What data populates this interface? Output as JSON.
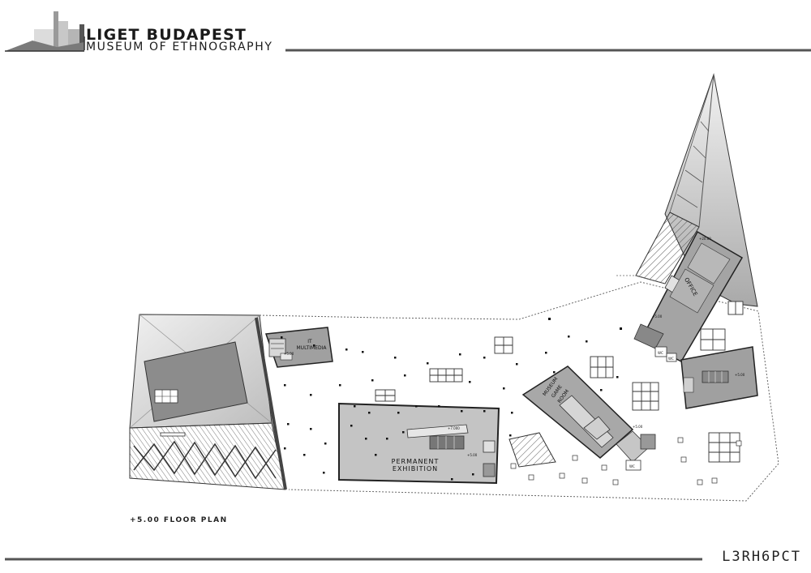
{
  "header": {
    "title": "LIGET BUDAPEST",
    "subtitle": "MUSEUM OF ETHNOGRAPHY"
  },
  "plan": {
    "floor_label": "+5.00 FLOOR PLAN",
    "drawing_code": "L3RH6PCT",
    "rooms": {
      "it_line1": "IT",
      "it_line2": "MULTIMEDIA",
      "perm_line1": "PERMANENT",
      "perm_line2": "EXHIBITION",
      "game_line1": "MUSEUM",
      "game_line2": "GAME",
      "game_line3": "ROOM",
      "office": "OFFICE",
      "wc1": "WC",
      "wc2": "WC",
      "wc3": "WC"
    },
    "levels": {
      "it": "+5.00",
      "perm": "+7.000",
      "perm2": "+5.00",
      "office": "+20.00",
      "office2": "+5.00",
      "right": "+5.00",
      "game": "+5.00"
    }
  },
  "colors": {
    "line": "#333333",
    "fill_dark": "#8c8c8c",
    "fill_mid": "#b0b0b0",
    "fill_light": "#d6d6d6"
  }
}
